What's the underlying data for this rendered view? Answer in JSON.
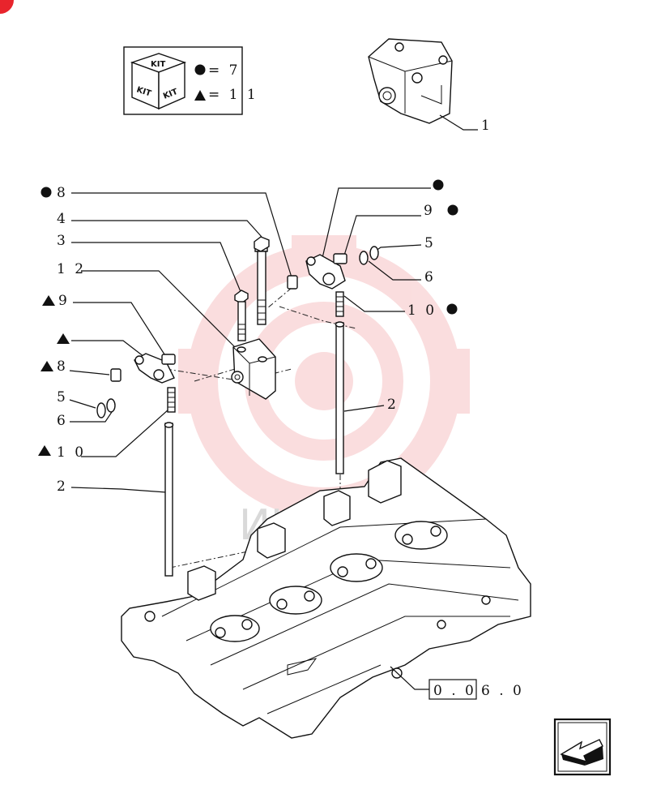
{
  "kit_legend": {
    "kit_top": "KIT",
    "kit_left": "KIT",
    "kit_right": "KIT",
    "circle_eq": "= 7",
    "triangle_eq": "= 1 1"
  },
  "callouts": {
    "c1": "1",
    "c8_circle": "8",
    "c4": "4",
    "c3": "3",
    "c12": "1 2",
    "c9_tri": "9",
    "c8_tri": "8",
    "c5_left": "5",
    "c6_left": "6",
    "c10_tri": "1 0",
    "c2_left": "2",
    "c9_circle": "9",
    "c5_right": "5",
    "c6_right": "6",
    "c10_circle": "1 0",
    "c2_right": "2"
  },
  "reference": {
    "boxed": "0 . 0",
    "suffix": "6 . 0"
  },
  "watermark": "ИНЕРС",
  "colors": {
    "accent_red": "#e8242c",
    "watermark_red": "#f6c2c4",
    "ink": "#111111"
  },
  "icons": {
    "corner": "red-corner-dot",
    "nav": "back-arrow-icon",
    "kit": "kit-box-icon",
    "circle_marker": "filled-circle-marker",
    "triangle_marker": "filled-triangle-marker"
  }
}
